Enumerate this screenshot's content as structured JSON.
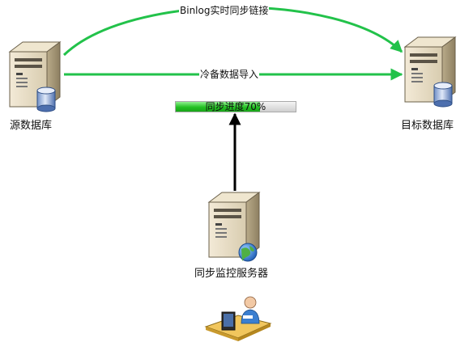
{
  "nodes": {
    "source": {
      "label": "源数据库"
    },
    "target": {
      "label": "目标数据库"
    },
    "monitor": {
      "label": "同步监控服务器"
    }
  },
  "edges": {
    "binlog": {
      "label": "Binlog实时同步链接"
    },
    "cold_import": {
      "label": "冷备数据导入"
    }
  },
  "progress": {
    "label": "同步进度70%",
    "value": 0.7
  },
  "colors": {
    "edge_green": "#22c24a",
    "arrow_black": "#000000",
    "progress_green": "#22c022"
  },
  "icons": {
    "source": "database-server-icon",
    "target": "database-server-icon",
    "monitor": "web-server-icon",
    "operator": "user-workstation-icon"
  }
}
